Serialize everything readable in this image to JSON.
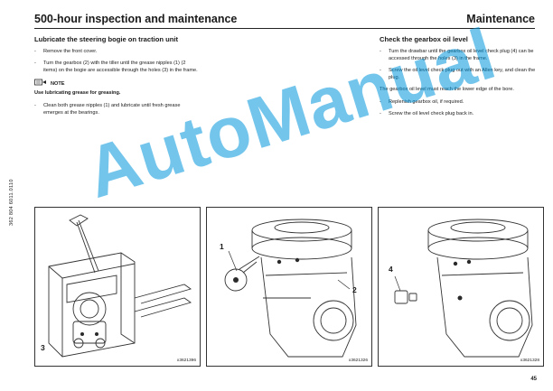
{
  "header": {
    "left_title": "500-hour inspection and maintenance",
    "right_title": "Maintenance"
  },
  "left_col": {
    "heading": "Lubricate the steering bogie on traction unit",
    "steps": [
      "Remove the front cover.",
      "Turn the gearbox (2) with the tiller until the grease nipples (1) (2 items) on the bogie are accessible through the holes (3) in the frame."
    ],
    "note_label": "NOTE",
    "note_text": "Use lubricating grease for greasing.",
    "step_after": "Clean both grease nipples (1) and lubricate until fresh grease emerges at the bearings."
  },
  "right_col": {
    "heading": "Check the gearbox oil level",
    "steps": [
      "Turn the drawbar until the gearbox oil level check plug (4) can be accessed through the holes (3) in the frame.",
      "Screw the oil level check plug out with an Allen key, and clean the plug."
    ],
    "paragraph": "The gearbox oil level must reach the lower edge of the bore.",
    "steps_after": [
      "Replenish gearbox oil, if required.",
      "Screw the oil level check plug back in."
    ]
  },
  "side_code": "362 804 6011.0110",
  "figures": [
    {
      "code": "x3621396",
      "callouts": [
        "3"
      ]
    },
    {
      "code": "x3621326",
      "callouts": [
        "1",
        "2"
      ]
    },
    {
      "code": "x3621328",
      "callouts": [
        "4"
      ]
    }
  ],
  "page_number": "45",
  "watermark": "AutoManual",
  "colors": {
    "watermark": "#0096dc",
    "text": "#1a1a1a"
  },
  "icons": {
    "note": "note-hand-icon"
  }
}
